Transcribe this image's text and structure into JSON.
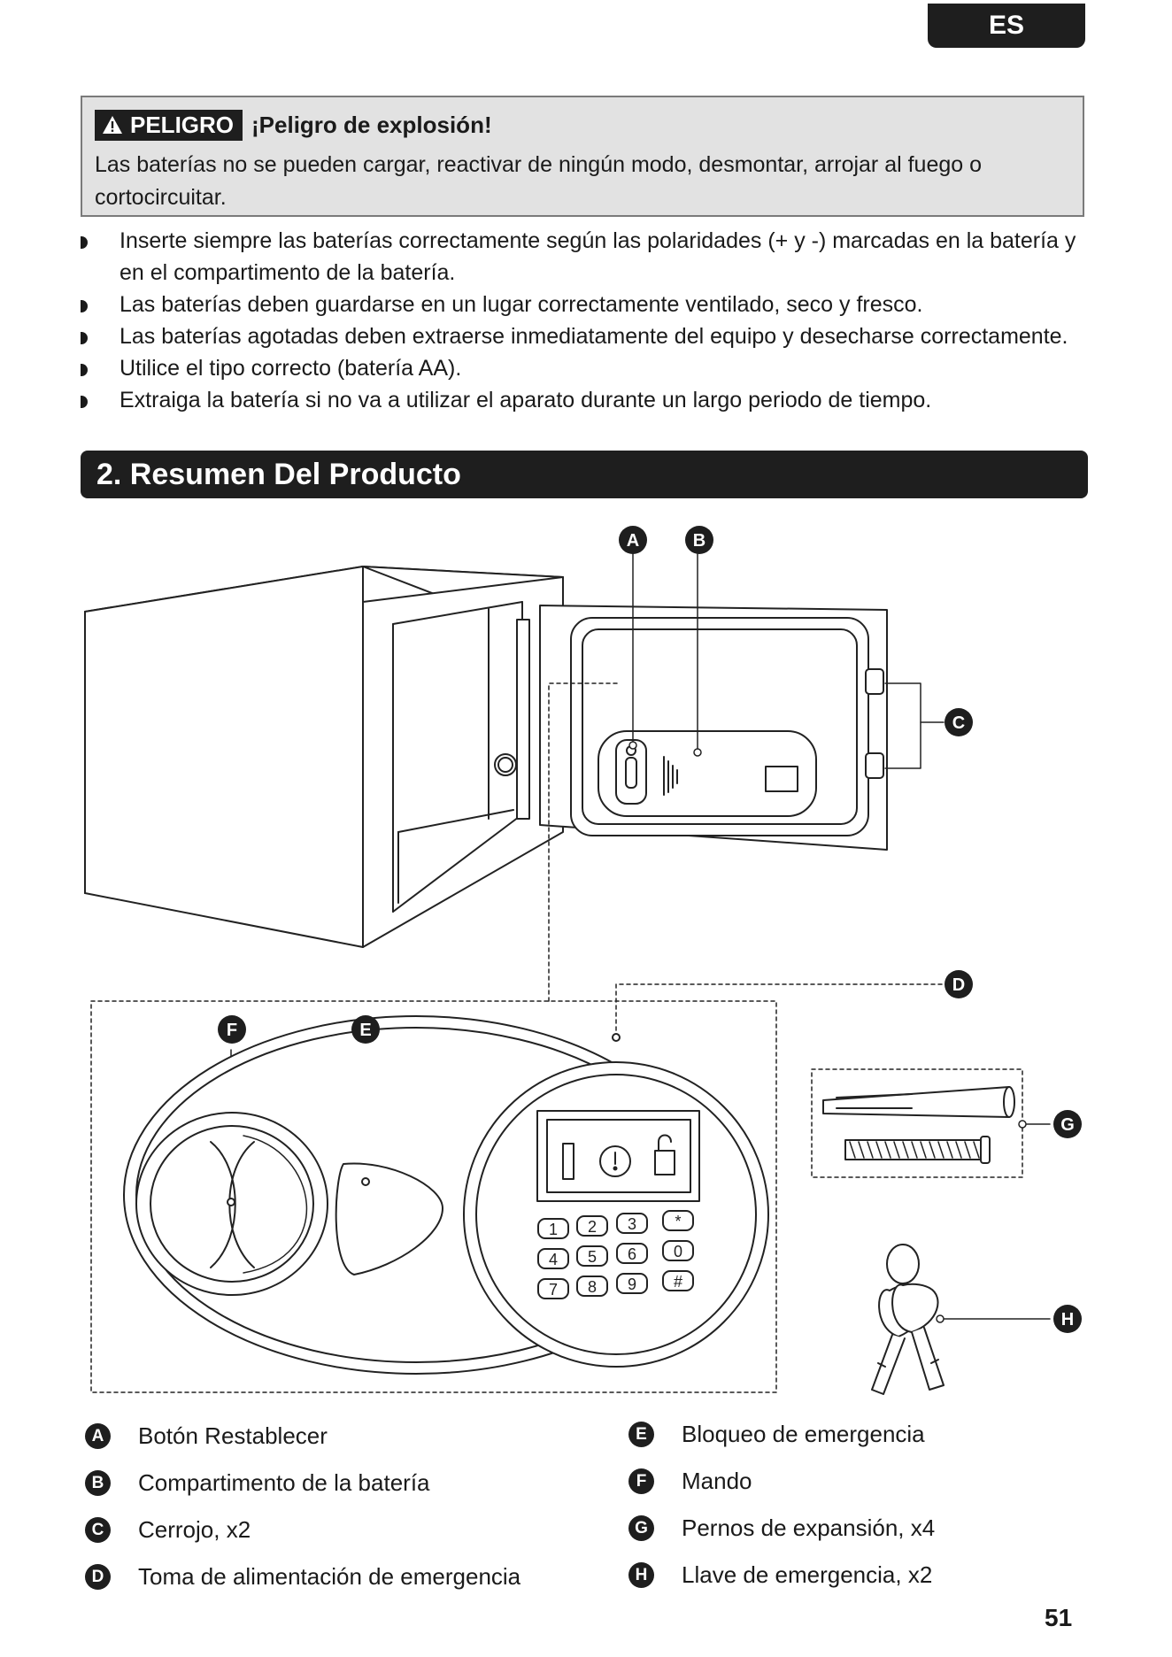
{
  "language_tab": "ES",
  "warning": {
    "badge": "PELIGRO",
    "title": "¡Peligro de explosión!",
    "body": "Las baterías no se pueden cargar, reactivar de ningún modo, desmontar, arrojar al fuego o cortocircuitar."
  },
  "bullets": [
    "Inserte siempre las baterías correctamente según las polaridades (+ y -) marcadas en la batería y en el compartimento de la batería.",
    "Las baterías deben guardarse en un lugar correctamente ventilado, seco y fresco.",
    "Las baterías agotadas deben extraerse inmediatamente del equipo y desecharse correctamente.",
    "Utilice el tipo correcto (batería AA).",
    "Extraiga la batería si no va a utilizar el aparato durante un largo periodo de tiempo."
  ],
  "section_title": "2. Resumen Del Producto",
  "callouts": {
    "a": "A",
    "b": "B",
    "c": "C",
    "d": "D",
    "e": "E",
    "f": "F",
    "g": "G",
    "h": "H"
  },
  "keypad": {
    "keys": [
      "1",
      "2",
      "3",
      "*",
      "4",
      "5",
      "6",
      "0",
      "7",
      "8",
      "9",
      "#"
    ]
  },
  "legend": [
    {
      "letter": "A",
      "label": "Botón Restablecer"
    },
    {
      "letter": "B",
      "label": "Compartimento de la batería"
    },
    {
      "letter": "C",
      "label": "Cerrojo, x2"
    },
    {
      "letter": "D",
      "label": "Toma de alimentación de emergencia"
    },
    {
      "letter": "E",
      "label": "Bloqueo de emergencia"
    },
    {
      "letter": "F",
      "label": "Mando"
    },
    {
      "letter": "G",
      "label": "Pernos de expansión, x4"
    },
    {
      "letter": "H",
      "label": "Llave de emergencia, x2"
    }
  ],
  "page_number": "51"
}
